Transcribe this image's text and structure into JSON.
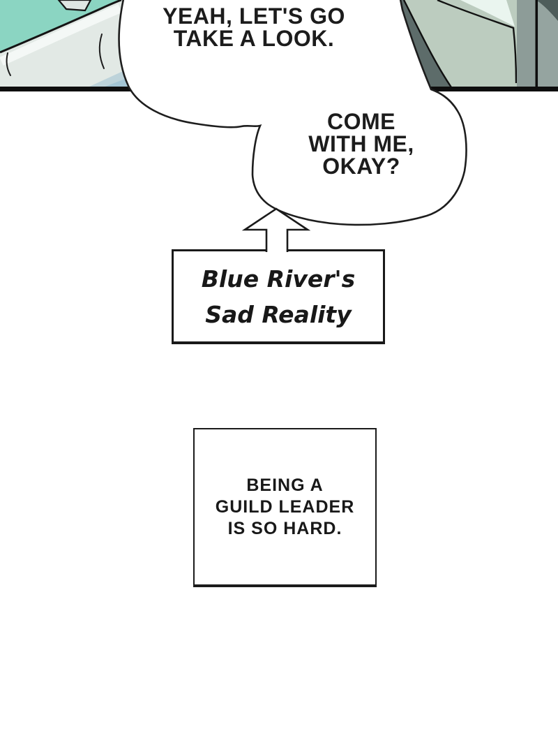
{
  "comic": {
    "speech_bubble": {
      "top_text": [
        "YEAH, LET'S GO",
        "TAKE A LOOK."
      ],
      "bottom_text": [
        "COME",
        "WITH ME,",
        "OKAY?"
      ]
    },
    "caption_box": {
      "lines": [
        "Blue River's",
        "Sad Reality"
      ]
    },
    "narration_box": {
      "lines": [
        "BEING A",
        "GUILD LEADER",
        "IS SO HARD."
      ]
    },
    "icons": {
      "pointer": "up-arrow"
    },
    "colors": {
      "bubble_fill": "#ffffff",
      "ink": "#1d1d1d",
      "panel_border": "#0e0e0e",
      "teal": "#8bd5c2",
      "shoulder": "#e2e9e5",
      "shoulder_highlight": "#f4f8f6",
      "collar": "#dfe7e3",
      "blue_wedge": "#a3c5d4",
      "blue_wedge_light": "#bdd3da",
      "sage": "#bcccbf",
      "dark_wedge": "#5d6c6a",
      "mint_highlight": "#eaf5ef",
      "gray_band": "#8d9c98",
      "gray_band_right": "#95a4a0",
      "dark_corner": "#4e5d5b"
    }
  }
}
